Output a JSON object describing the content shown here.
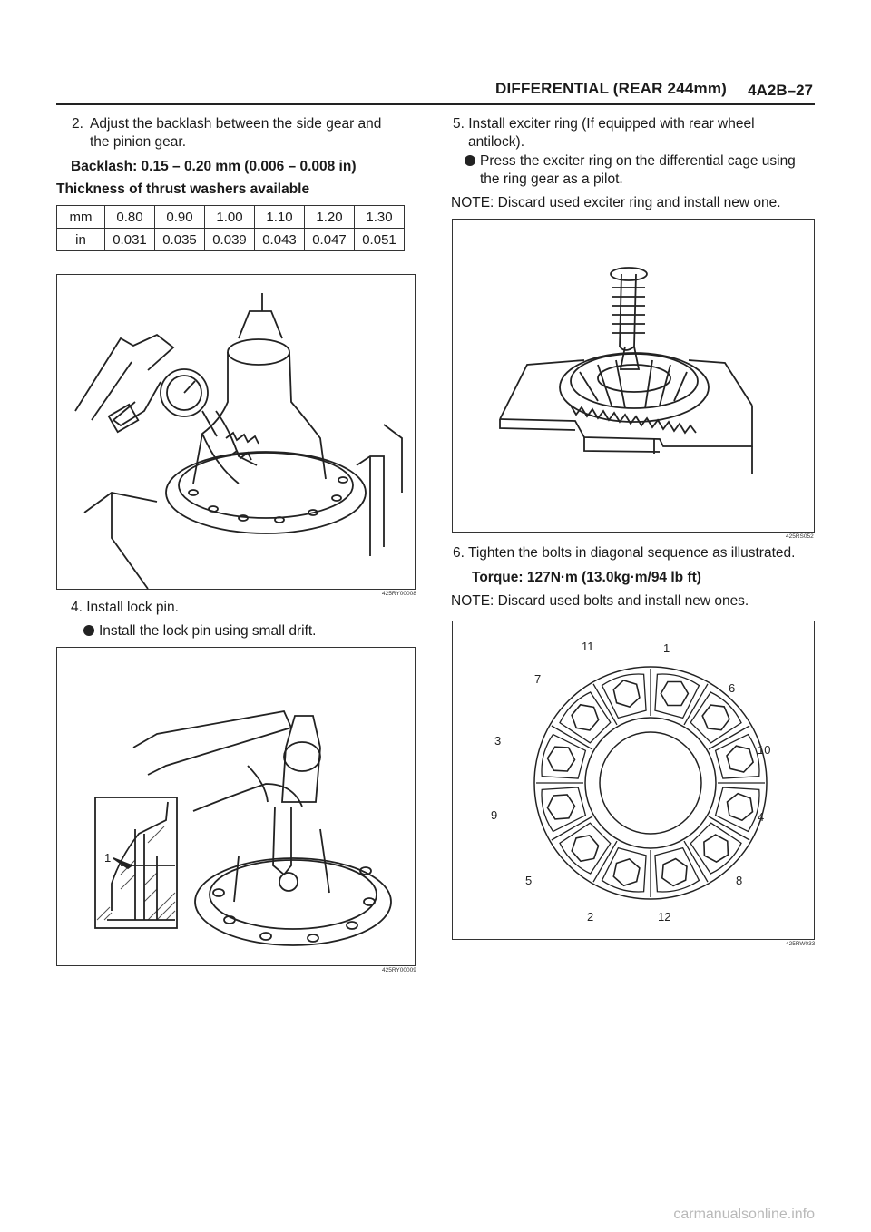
{
  "header": {
    "title": "DIFFERENTIAL (REAR 244mm)",
    "page": "4A2B–27"
  },
  "left": {
    "step2_num": "2.",
    "step2_line1": "Adjust  the  backlash  between  the  side  gear  and",
    "step2_line2": "the pinion gear.",
    "backlash": "Backlash: 0.15 – 0.20 mm (0.006 – 0.008 in)",
    "thickness_title": "Thickness of thrust washers available",
    "table": {
      "mm_label": "mm",
      "mm": [
        "0.80",
        "0.90",
        "1.00",
        "1.10",
        "1.20",
        "1.30"
      ],
      "in_label": "in",
      "in": [
        "0.031",
        "0.035",
        "0.039",
        "0.043",
        "0.047",
        "0.051"
      ]
    },
    "fig1_code": "425RY00008",
    "step4": "4. Install lock pin.",
    "step4_bullet": "Install the lock pin using small drift.",
    "fig2_code": "425RY00009",
    "fig2_callout": "1"
  },
  "right": {
    "step5_line1": "5. Install   exciter   ring   (If   equipped   with   rear   wheel",
    "step5_line2": "antilock).",
    "step5_bullet1": "Press the exciter ring on the differential cage using",
    "step5_bullet2": "the ring gear as a pilot.",
    "note1": "NOTE:  Discard used exciter ring and install new one.",
    "fig3_code": "425RS052",
    "step6": "6. Tighten the bolts in diagonal sequence as illustrated.",
    "torque": "Torque: 127N·m (13.0kg·m/94 lb ft)",
    "note2": "NOTE:  Discard used bolts and install new ones.",
    "fig4_code": "425RW033",
    "bolt_numbers": [
      "11",
      "1",
      "7",
      "6",
      "3",
      "10",
      "9",
      "4",
      "5",
      "8",
      "2",
      "12"
    ]
  },
  "watermark": "carmanualsonline.info"
}
